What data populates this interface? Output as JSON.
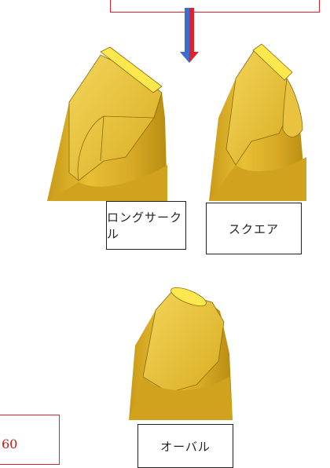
{
  "labels": {
    "long_circle": "ロングサークル",
    "square": "スクエア",
    "oval": "オーバル"
  },
  "number_fragment": "60",
  "colors": {
    "tip_body": "#e1b52b",
    "tip_highlight": "#f6e27a",
    "tip_face": "#ffe84d",
    "tip_shadow": "#b38a12",
    "arrow_red": "#e0202a",
    "arrow_blue": "#3a6fd0",
    "frame_red": "#e0202a"
  },
  "icons": [
    "down-arrow-icon"
  ]
}
